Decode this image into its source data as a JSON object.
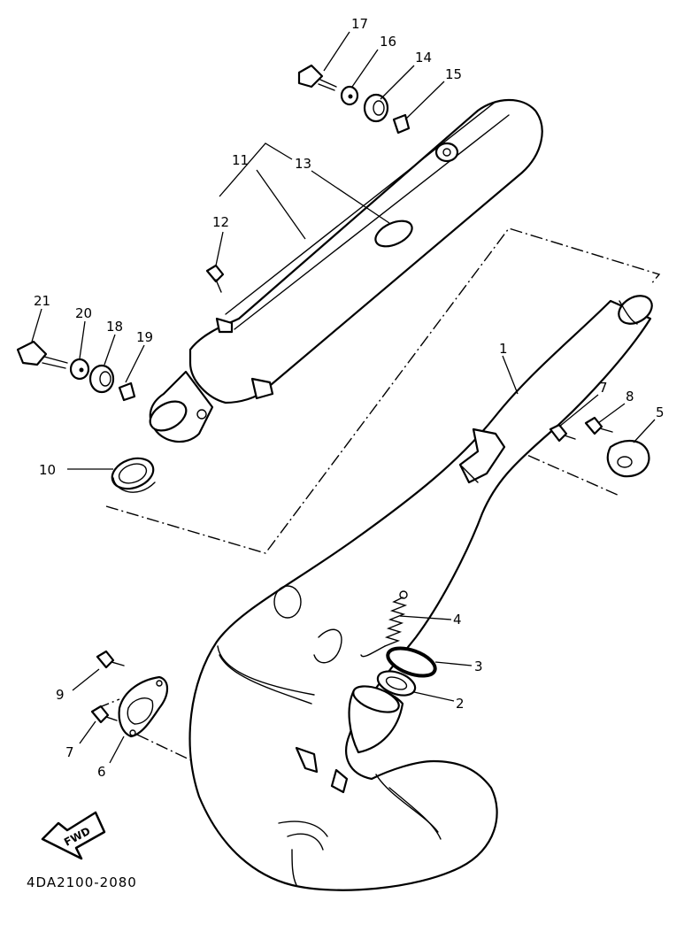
{
  "diagram": {
    "drawing_code": "4DA2100-2080",
    "fwd_label": "FWD",
    "callouts": {
      "c1": "1",
      "c2": "2",
      "c3": "3",
      "c4": "4",
      "c5": "5",
      "c6": "6",
      "c7a": "7",
      "c7b": "7",
      "c8": "8",
      "c9": "9",
      "c10": "10",
      "c11": "11",
      "c12": "12",
      "c13": "13",
      "c14": "14",
      "c15": "15",
      "c16": "16",
      "c17": "17",
      "c18": "18",
      "c19": "19",
      "c20": "20",
      "c21": "21"
    }
  }
}
